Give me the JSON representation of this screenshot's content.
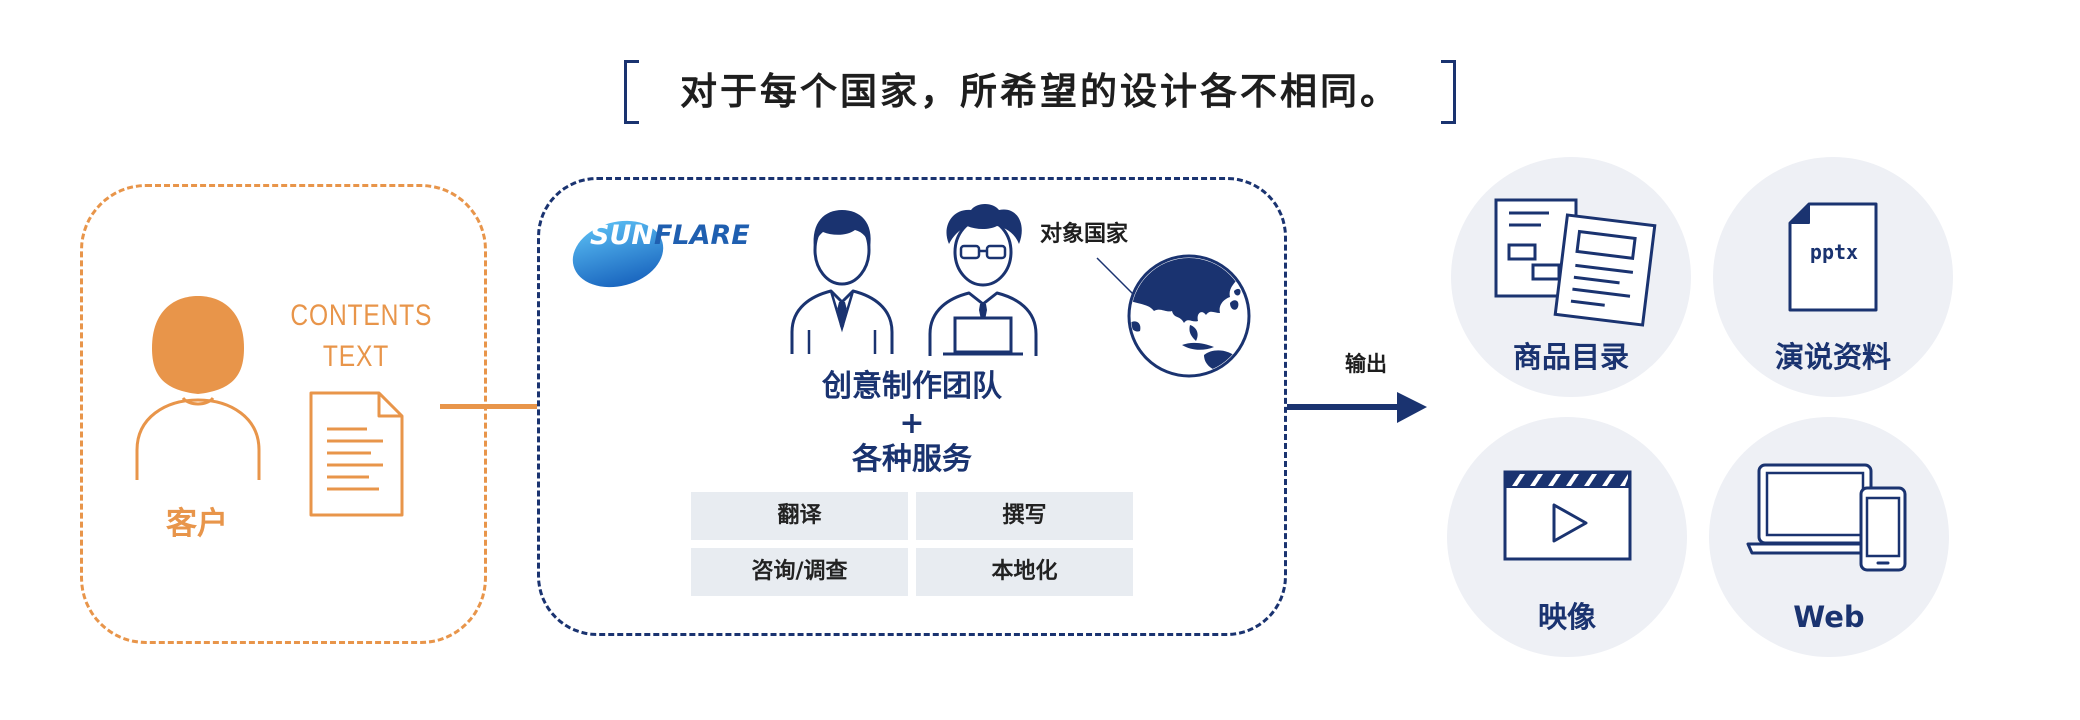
{
  "heading": {
    "text": "对于每个国家，所希望的设计各不相同。"
  },
  "client": {
    "label": "客户",
    "contents_line1": "CONTENTS",
    "contents_line2": "TEXT",
    "person_icon": "client-person-icon",
    "document_icon": "text-document-icon"
  },
  "agency": {
    "logo": {
      "sun": "SUN",
      "flare": "FLARE"
    },
    "target_country_label": "对象国家",
    "team_label": "创意制作团队",
    "plus": "+",
    "services_label": "各种服务",
    "services": [
      "翻译",
      "撰写",
      "咨询/调查",
      "本地化"
    ],
    "icons": [
      "businessman-icon",
      "engineer-with-laptop-icon",
      "globe-icon"
    ]
  },
  "output": {
    "label": "输出",
    "items": [
      {
        "label": "商品目录",
        "icon": "catalog-icon"
      },
      {
        "label": "演说资料",
        "icon": "presentation-file-icon",
        "file_ext": "pptx"
      },
      {
        "label": "映像",
        "icon": "video-icon"
      },
      {
        "label": "Web",
        "icon": "devices-icon"
      }
    ]
  },
  "colors": {
    "navy": "#1a3370",
    "orange": "#e8954a",
    "circle_bg": "#eef0f5",
    "service_bg": "#e8ecf1",
    "logo_blue": "#1f5fb0"
  }
}
